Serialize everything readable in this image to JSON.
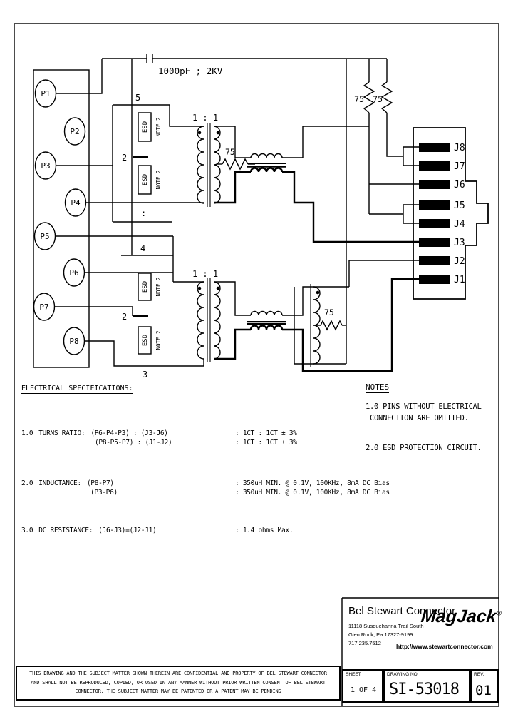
{
  "schematic": {
    "cap_label": "1000pF ; 2KV",
    "pins": [
      "P1",
      "P2",
      "P3",
      "P4",
      "P5",
      "P6",
      "P7",
      "P8"
    ],
    "jacks": [
      "J8",
      "J7",
      "J6",
      "J5",
      "J4",
      "J3",
      "J2",
      "J1"
    ],
    "esd_label": "ESD",
    "esd_note": "NOTE 2",
    "ratio": "1 : 1",
    "r75": "75",
    "upper_pin_nums": [
      "5",
      "2",
      ":"
    ],
    "lower_pin_nums": [
      "4",
      "2",
      "3"
    ]
  },
  "specs": {
    "heading": "ELECTRICAL SPECIFICATIONS:",
    "turns": {
      "num": "1.0",
      "label": "TURNS RATIO:",
      "a": "(P6-P4-P3) : (J3-J6)",
      "b": "(P8-P5-P7) : (J1-J2)",
      "va": ": 1CT : 1CT ± 3%",
      "vb": ": 1CT : 1CT ± 3%"
    },
    "inductance": {
      "num": "2.0",
      "label": "INDUCTANCE:",
      "a": "(P8-P7)",
      "b": "(P3-P6)",
      "va": ": 350uH MIN. @ 0.1V, 100KHz, 8mA DC Bias",
      "vb": ": 350uH MIN. @ 0.1V, 100KHz, 8mA DC Bias"
    },
    "dcr": {
      "num": "3.0",
      "label": "DC RESISTANCE:",
      "a": "(J6-J3)=(J2-J1)",
      "va": ": 1.4 ohms Max."
    }
  },
  "notes": {
    "heading": "NOTES",
    "n1a": "1.0 PINS WITHOUT ELECTRICAL",
    "n1b": "CONNECTION ARE OMITTED.",
    "n2": "2.0 ESD PROTECTION CIRCUIT."
  },
  "titleblock": {
    "company": "Bel Stewart Connector",
    "addr1": "11118 Susquehanna Trail South",
    "addr2": "Glen Rock, Pa 17327-9199",
    "phone": "717.235.7512",
    "logo": "MagJack",
    "logo_reg": "®",
    "url": "http://www.stewartconnector.com"
  },
  "footer": {
    "disclaimer1": "THIS DRAWING AND THE SUBJECT MATTER SHOWN THEREIN ARE CONFIDENTIAL AND PROPERTY OF BEL STEWART CONNECTOR",
    "disclaimer2": "AND SHALL NOT BE REPRODUCED, COPIED, OR USED IN ANY MANNER WITHOUT PRIOR WRITTEN CONSENT OF BEL STEWART",
    "disclaimer3": "CONNECTOR.  THE SUBJECT MATTER MAY BE PATENTED OR A PATENT MAY BE PENDING",
    "sheet_label": "SHEET",
    "sheet_value": "1 OF 4",
    "drawing_label": "DRAWING NO.",
    "drawing_value": "SI-53018",
    "rev_label": "REV.",
    "rev_value": "01"
  }
}
